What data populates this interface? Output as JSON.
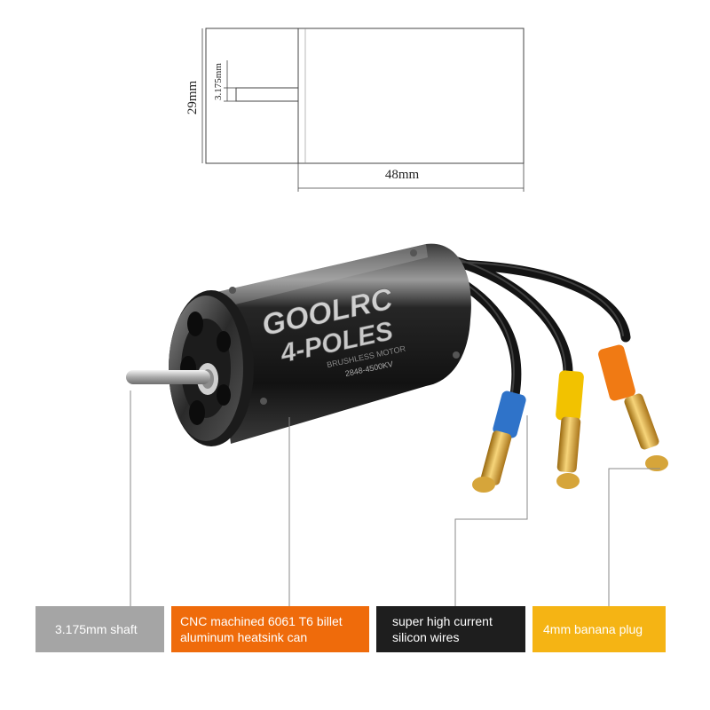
{
  "drawing": {
    "height_label": "29mm",
    "length_label": "48mm",
    "shaft_label": "3.175mm"
  },
  "motor": {
    "brand": "GOOLRC",
    "poles": "4-POLES",
    "subtitle": "BRUSHLESS MOTOR",
    "model": "2848-4500KV"
  },
  "callouts": [
    {
      "text": "3.175mm shaft",
      "color": "#a5a5a5"
    },
    {
      "text": "CNC machined 6061 T6 billet\naluminum heatsink can",
      "color": "#ef6b0b"
    },
    {
      "text": "super high current\nsilicon wires",
      "color": "#1e1e1e"
    },
    {
      "text": "4mm banana plug",
      "color": "#f5b414"
    }
  ],
  "wire_sleeve_colors": [
    "#2f73c9",
    "#f2c200",
    "#f07a14"
  ]
}
